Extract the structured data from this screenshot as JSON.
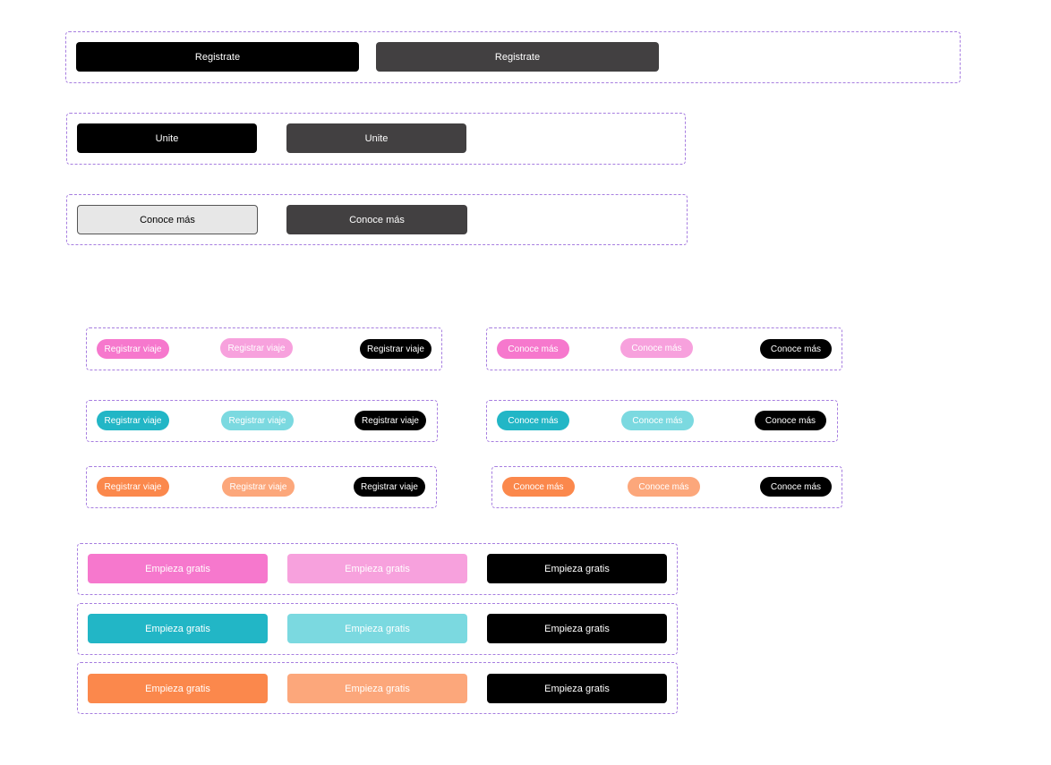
{
  "colors": {
    "black": "#000000",
    "dark_gray": "#424041",
    "light_gray": "#e7e7e7",
    "pink": "#f678cd",
    "pink_light": "#f7a1dd",
    "teal": "#22b6c6",
    "teal_light": "#7bd9e0",
    "orange": "#fb884c",
    "orange_light": "#fca77b",
    "frame_border": "#a77ee0"
  },
  "large_buttons": {
    "registrate_primary": "Registrate",
    "registrate_secondary": "Registrate",
    "unite_primary": "Unite",
    "unite_secondary": "Unite",
    "conoce_outline": "Conoce más",
    "conoce_dark": "Conoce más"
  },
  "pill_groups": {
    "registrar": {
      "pink": [
        "Registrar viaje",
        "Registrar viaje",
        "Registrar viaje"
      ],
      "teal": [
        "Registrar viaje",
        "Registrar viaje",
        "Registrar viaje"
      ],
      "orange": [
        "Registrar viaje",
        "Registrar viaje",
        "Registrar viaje"
      ]
    },
    "conoce": {
      "pink": [
        "Conoce más",
        "Conoce más",
        "Conoce más"
      ],
      "teal": [
        "Conoce más",
        "Conoce más",
        "Conoce más"
      ],
      "orange": [
        "Conoce más",
        "Conoce más",
        "Conoce más"
      ]
    }
  },
  "empieza_groups": {
    "pink": [
      "Empieza gratis",
      "Empieza gratis",
      "Empieza gratis"
    ],
    "teal": [
      "Empieza gratis",
      "Empieza gratis",
      "Empieza gratis"
    ],
    "orange": [
      "Empieza gratis",
      "Empieza gratis",
      "Empieza gratis"
    ]
  }
}
